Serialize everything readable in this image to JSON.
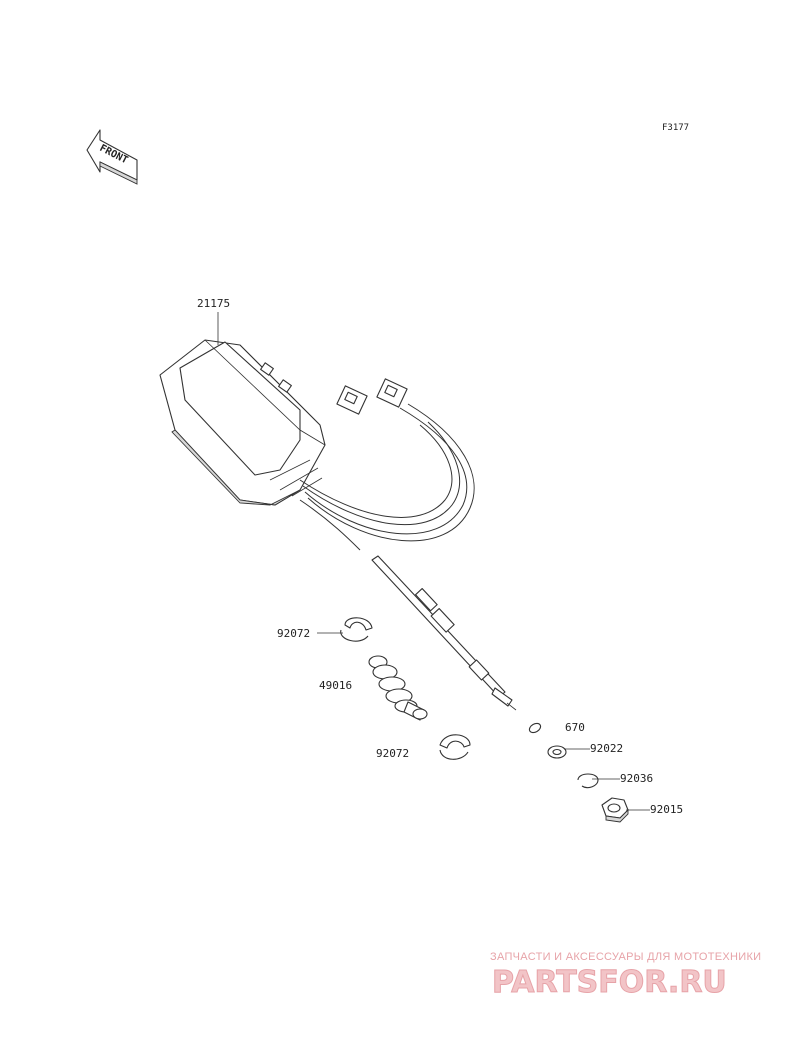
{
  "figure": {
    "code": "F3177"
  },
  "front_badge": {
    "text": "FRONT"
  },
  "callouts": [
    {
      "id": "c1",
      "label": "21175"
    },
    {
      "id": "c2",
      "label": "92072"
    },
    {
      "id": "c3",
      "label": "49016"
    },
    {
      "id": "c4",
      "label": "92072"
    },
    {
      "id": "c5",
      "label": "670"
    },
    {
      "id": "c6",
      "label": "92022"
    },
    {
      "id": "c7",
      "label": "92036"
    },
    {
      "id": "c8",
      "label": "92015"
    }
  ],
  "watermark": {
    "caption": "ЗАПЧАСТИ И АКСЕССУАРЫ ДЛЯ МОТОТЕХНИКИ",
    "logo": "PARTSFOR.RU",
    "color": "#e7a3a8"
  }
}
